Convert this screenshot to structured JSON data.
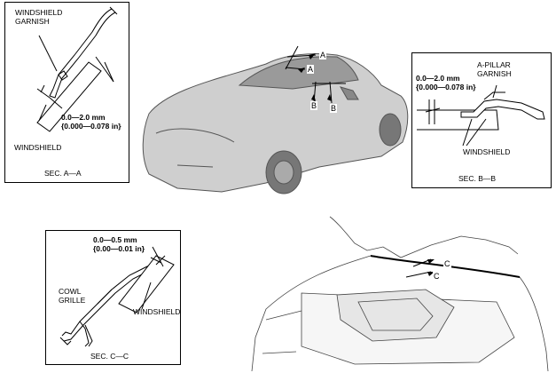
{
  "secA": {
    "garnish_label": [
      "WINDSHIELD",
      "GARNISH"
    ],
    "gap_mm": "0.0—2.0 mm",
    "gap_in": "{0.000—0.078 in}",
    "windshield_label": "WINDSHIELD",
    "section_label": "SEC. A—A"
  },
  "secB": {
    "garnish_label": [
      "A-PILLAR",
      "GARNISH"
    ],
    "gap_mm": "0.0—2.0 mm",
    "gap_in": "{0.000—0.078 in}",
    "windshield_label": "WINDSHIELD",
    "section_label": "SEC. B—B"
  },
  "secC": {
    "gap_mm": "0.0—0.5 mm",
    "gap_in": "{0.00—0.01 in}",
    "cowl_label": [
      "COWL",
      "GRILLE"
    ],
    "windshield_label": "WINDSHIELD",
    "section_label": "SEC. C—C"
  },
  "callouts": {
    "a": "A",
    "b": "B",
    "c": "C"
  }
}
